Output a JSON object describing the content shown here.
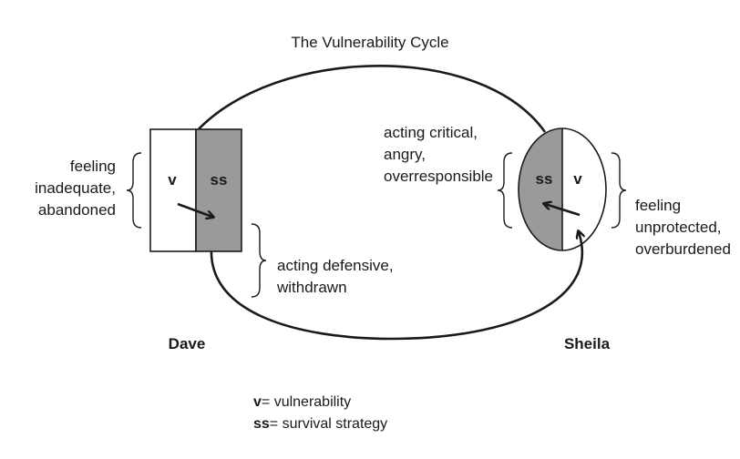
{
  "title": "The Vulnerability Cycle",
  "dave": {
    "name": "Dave",
    "v_label": "v",
    "ss_label": "ss",
    "feeling": [
      "feeling",
      "inadequate,",
      "abandoned"
    ],
    "acting": [
      "acting defensive,",
      "withdrawn"
    ]
  },
  "sheila": {
    "name": "Sheila",
    "v_label": "v",
    "ss_label": "ss",
    "acting": [
      "acting critical,",
      "angry,",
      "overresponsible"
    ],
    "feeling": [
      "feeling",
      "unprotected,",
      "overburdened"
    ]
  },
  "legend": {
    "v_key": "v",
    "v_text": "= vulnerability",
    "ss_key": "ss",
    "ss_text": "= survival strategy"
  },
  "colors": {
    "shaded": "#9a9a9a",
    "stroke": "#1a1a1a"
  }
}
